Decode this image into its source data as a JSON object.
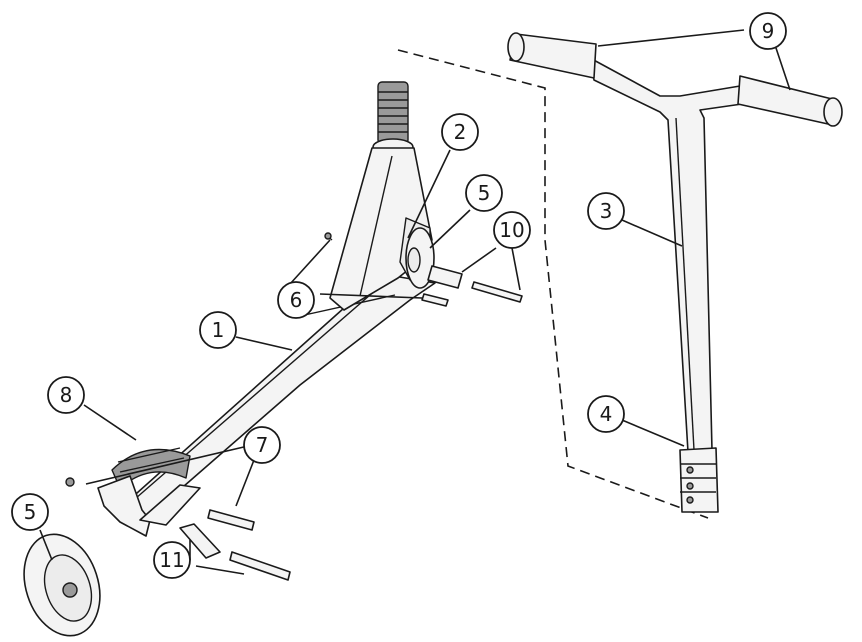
{
  "callouts": [
    {
      "id": "deck",
      "label": "1"
    },
    {
      "id": "fork",
      "label": "2"
    },
    {
      "id": "t-bar",
      "label": "3"
    },
    {
      "id": "clamp",
      "label": "4"
    },
    {
      "id": "front-wheel",
      "label": "5"
    },
    {
      "id": "rear-wheel",
      "label": "5"
    },
    {
      "id": "front-screws",
      "label": "6"
    },
    {
      "id": "rear-screws",
      "label": "7"
    },
    {
      "id": "brake",
      "label": "8"
    },
    {
      "id": "grips",
      "label": "9"
    },
    {
      "id": "front-axle",
      "label": "10"
    },
    {
      "id": "rear-axle",
      "label": "11"
    }
  ]
}
